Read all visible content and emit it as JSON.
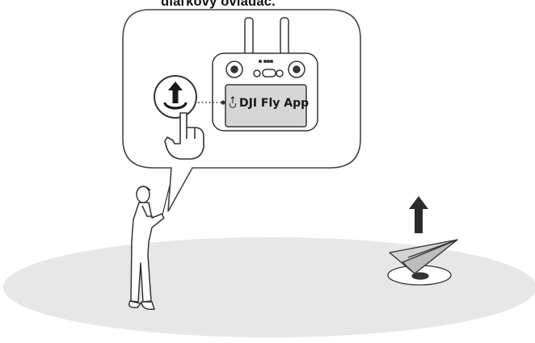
{
  "header": {
    "text": "diaľkový ovládač."
  },
  "callout": {
    "app_label": "DJI Fly App"
  },
  "colors": {
    "ground": "#e7e7e7",
    "outline": "#333333",
    "screen": "#d6d6d6",
    "arrow": "#2b2b2b",
    "callout_border": "#444444"
  },
  "icons": [
    "return-home-button-icon",
    "tap-hand-icon",
    "takeoff-arrow-icon",
    "paper-plane-icon",
    "remote-controller",
    "person"
  ]
}
